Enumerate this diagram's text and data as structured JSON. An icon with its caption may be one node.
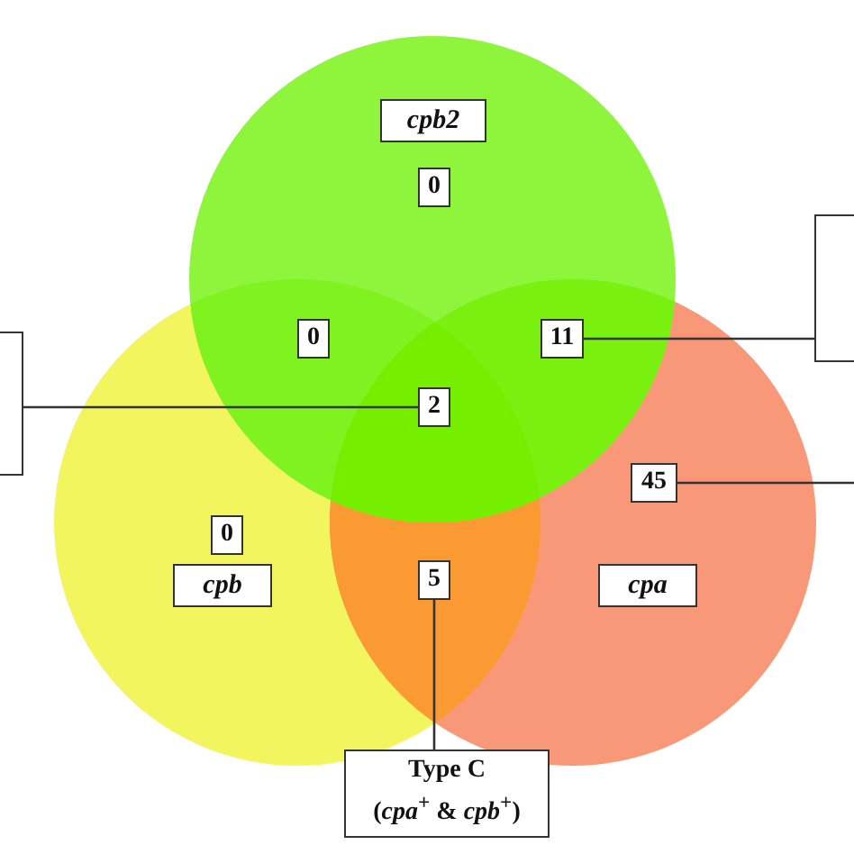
{
  "diagram": {
    "nodes": [
      {
        "text": [
          "cpb2"
        ]
      },
      {
        "text": [
          "0"
        ]
      },
      {
        "text": [
          "0"
        ]
      },
      {
        "text": [
          "11"
        ]
      },
      {
        "text": [
          "2"
        ]
      },
      {
        "text": [
          "0"
        ]
      },
      {
        "text": [
          "45"
        ]
      },
      {
        "text": [
          "cpb"
        ]
      },
      {
        "text": [
          "5"
        ]
      },
      {
        "text": [
          "cpa"
        ]
      },
      {
        "text": [
          "Type C",
          "(*cpa*$^{+}$ & *cpb*$^{+}$)"
        ]
      },
      {
        "text": [],
        "shape": "box"
      },
      {
        "text": [],
        "shape": "box"
      }
    ],
    "edges": [
      {
        "from": 4,
        "to": 11,
        "arrow": "none"
      },
      {
        "from": 3,
        "to": 12,
        "arrow": "none"
      },
      {
        "from": 6,
        "to": null,
        "arrow": "none"
      },
      {
        "from": 8,
        "to": 10,
        "arrow": "none"
      }
    ]
  }
}
